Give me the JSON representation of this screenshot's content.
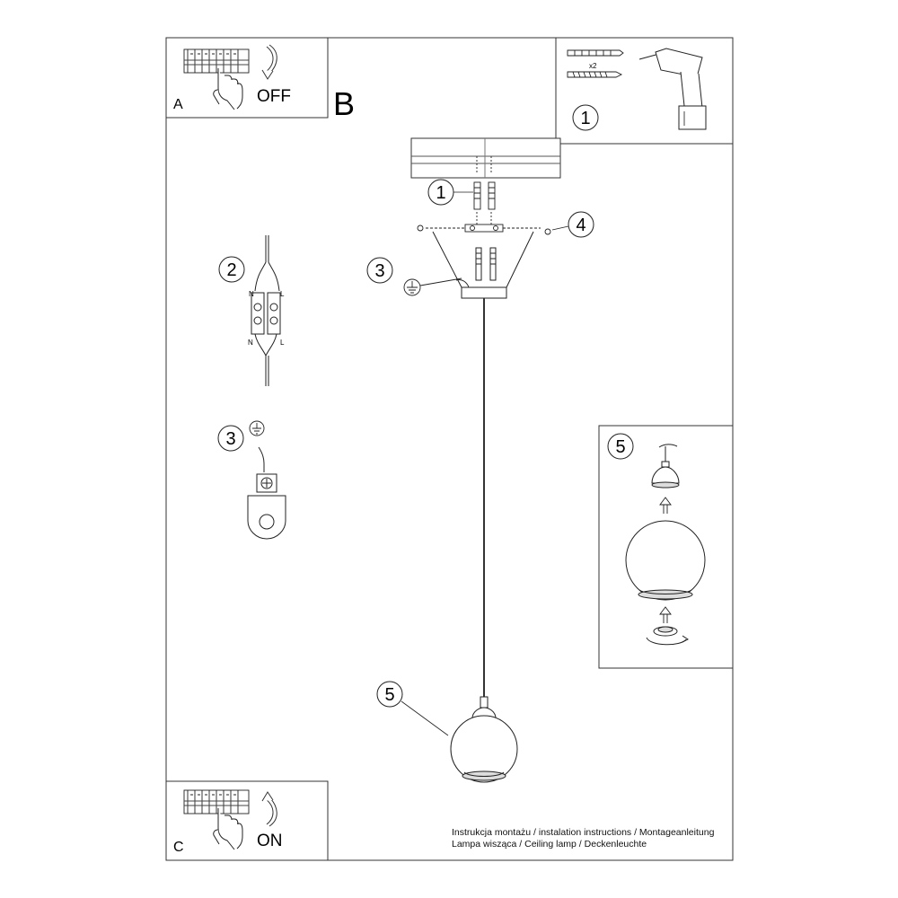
{
  "panels": {
    "a": {
      "letter": "A",
      "caption": "OFF"
    },
    "b": {
      "letter": "B"
    },
    "c": {
      "letter": "C",
      "caption": "ON"
    }
  },
  "tools": {
    "step": "1",
    "anchor_count": "x2"
  },
  "wiring": {
    "step": "2",
    "neutral_label": "N",
    "live_label": "L"
  },
  "ground": {
    "step": "3"
  },
  "main": {
    "callout_1": "1",
    "callout_3": "3",
    "callout_4": "4",
    "callout_5": "5"
  },
  "shade_detail": {
    "step": "5"
  },
  "footer": {
    "line1": "Instrukcja montażu / instalation instructions / Montageanleitung",
    "line2": "Lampa wisząca / Ceiling lamp / Deckenleuchte"
  }
}
